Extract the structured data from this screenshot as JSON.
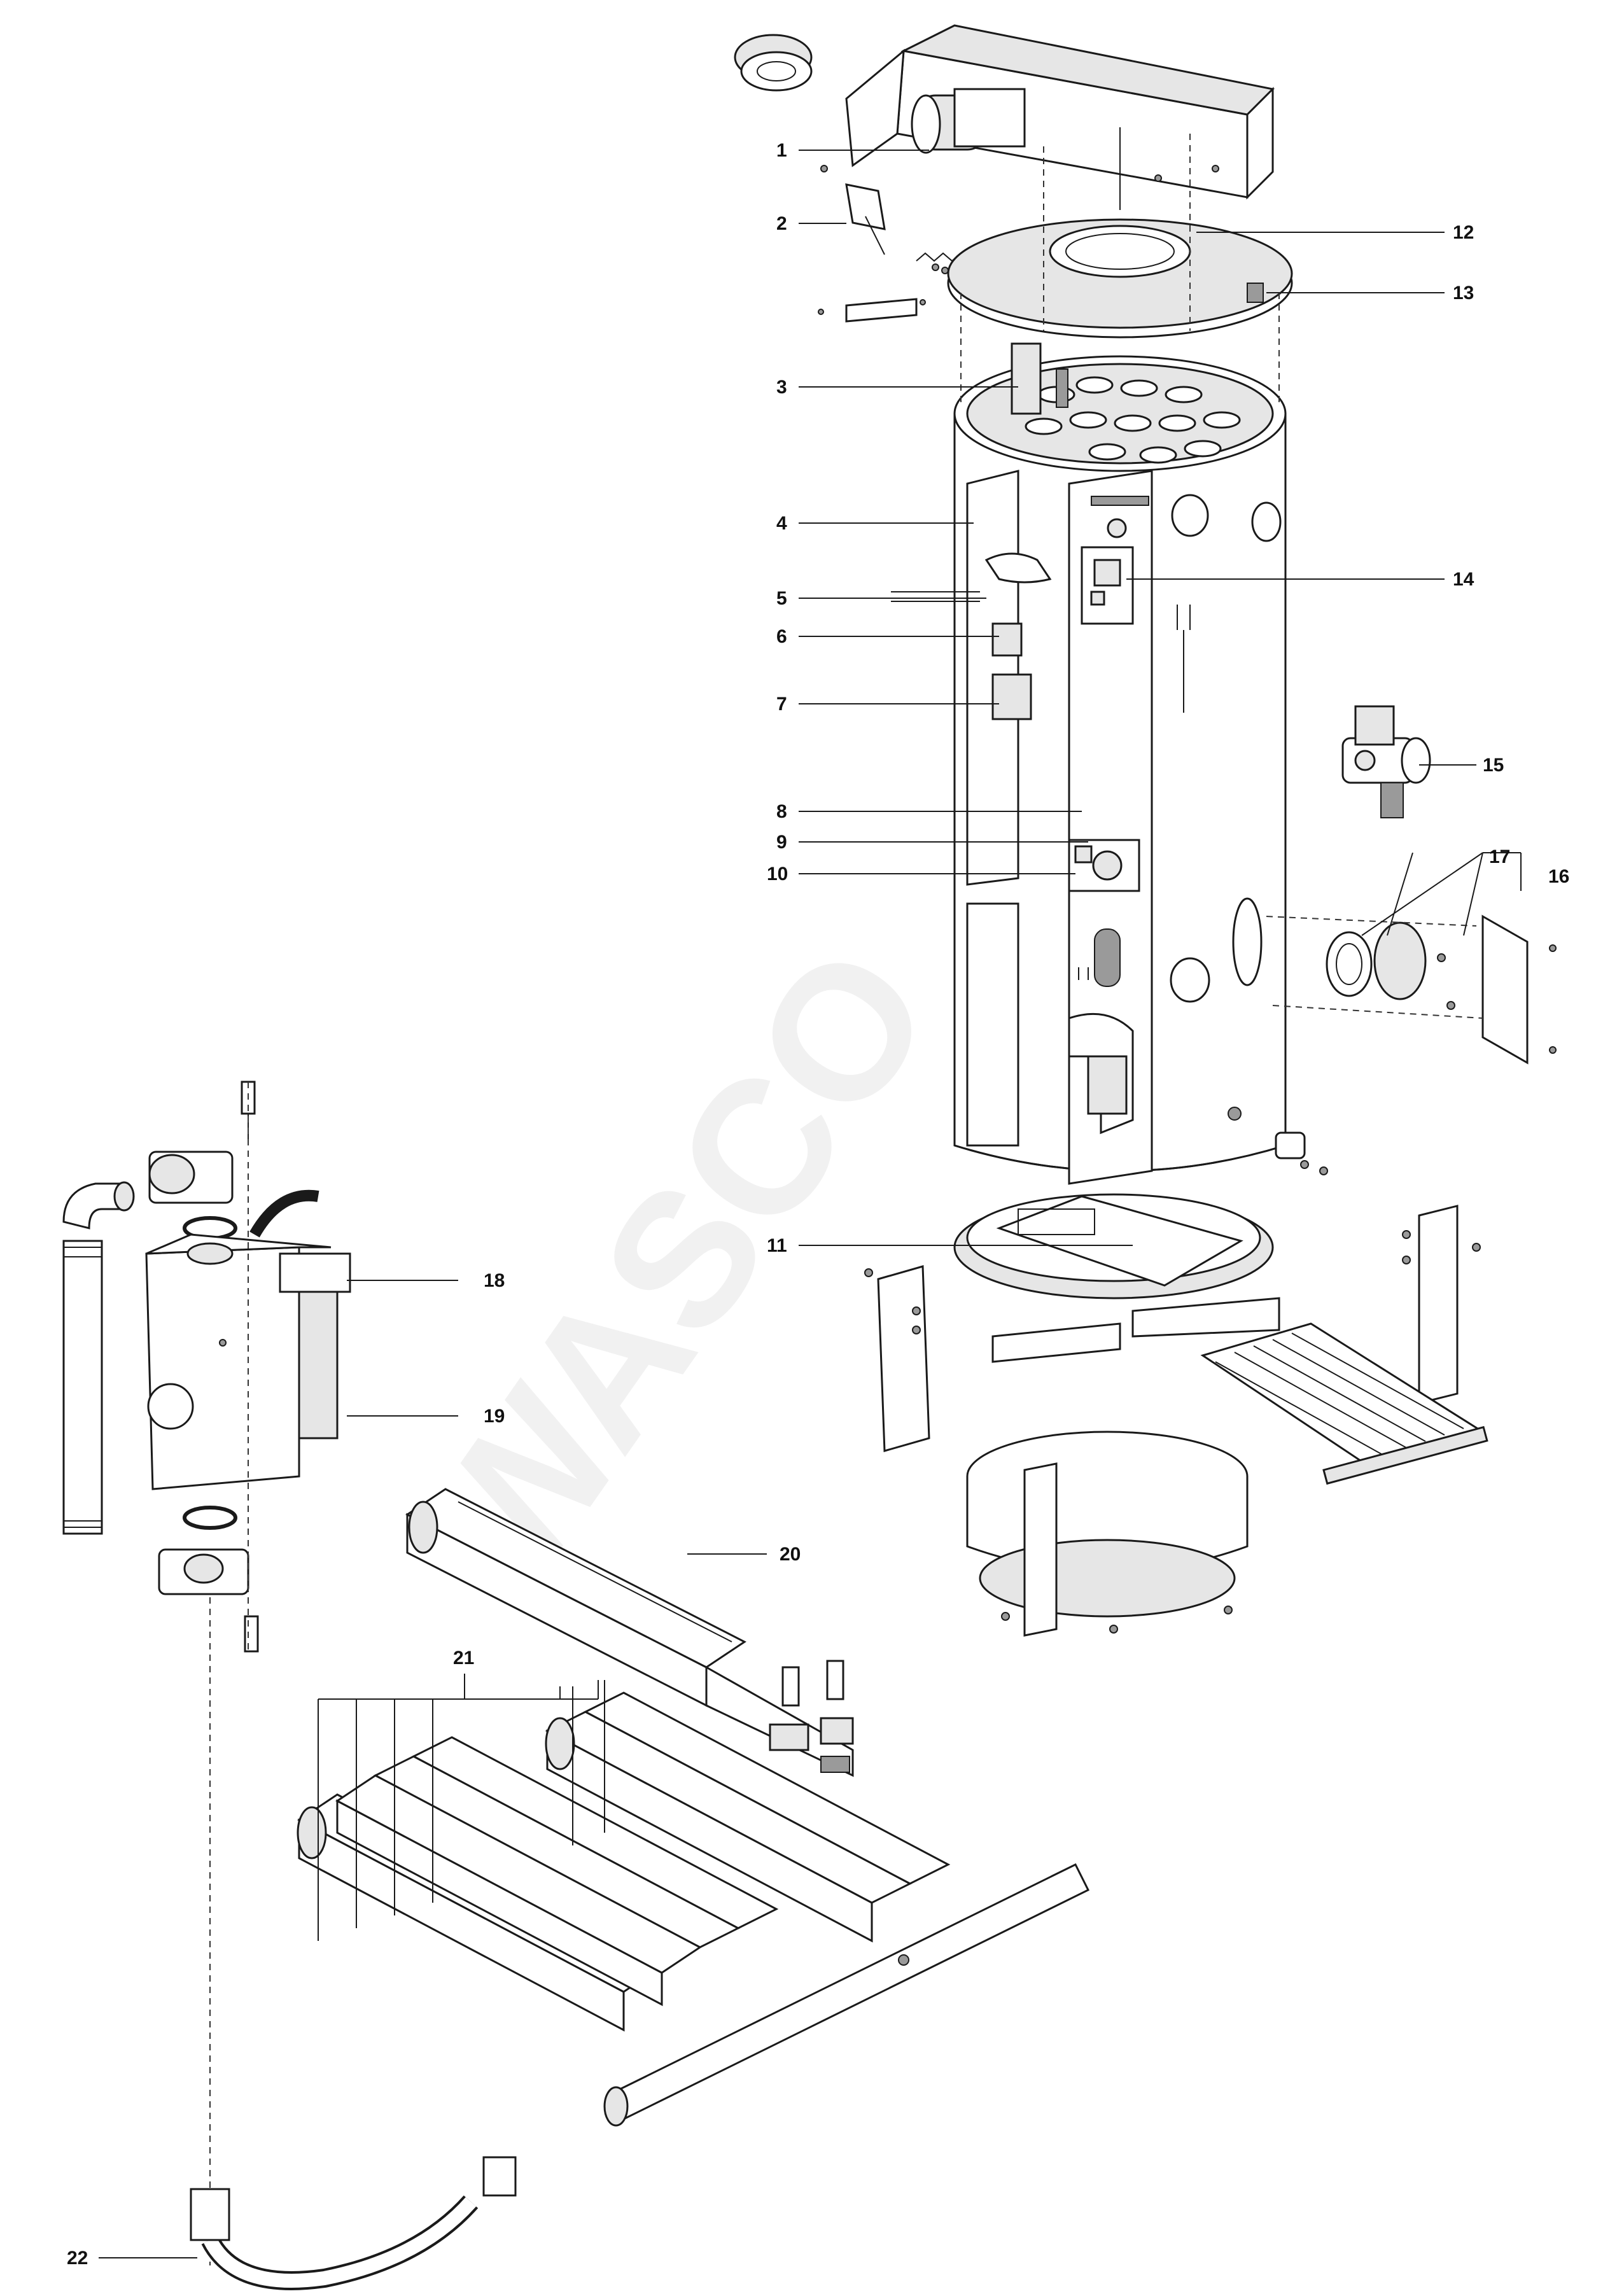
{
  "colors": {
    "line": "#1a1a1a",
    "paper": "#ffffff",
    "shade": "#e6e6e6"
  },
  "callouts": [
    {
      "id": "1",
      "label": "1"
    },
    {
      "id": "2",
      "label": "2"
    },
    {
      "id": "3",
      "label": "3"
    },
    {
      "id": "4",
      "label": "4"
    },
    {
      "id": "5",
      "label": "5"
    },
    {
      "id": "6",
      "label": "6"
    },
    {
      "id": "7",
      "label": "7"
    },
    {
      "id": "8",
      "label": "8"
    },
    {
      "id": "9",
      "label": "9"
    },
    {
      "id": "10",
      "label": "10"
    },
    {
      "id": "11",
      "label": "11"
    },
    {
      "id": "12",
      "label": "12"
    },
    {
      "id": "13",
      "label": "13"
    },
    {
      "id": "14",
      "label": "14"
    },
    {
      "id": "15",
      "label": "15"
    },
    {
      "id": "16",
      "label": "16"
    },
    {
      "id": "17",
      "label": "17"
    },
    {
      "id": "18",
      "label": "18"
    },
    {
      "id": "19",
      "label": "19"
    },
    {
      "id": "20",
      "label": "20"
    },
    {
      "id": "21",
      "label": "21"
    },
    {
      "id": "22",
      "label": "22"
    }
  ],
  "watermark": "WASCO"
}
